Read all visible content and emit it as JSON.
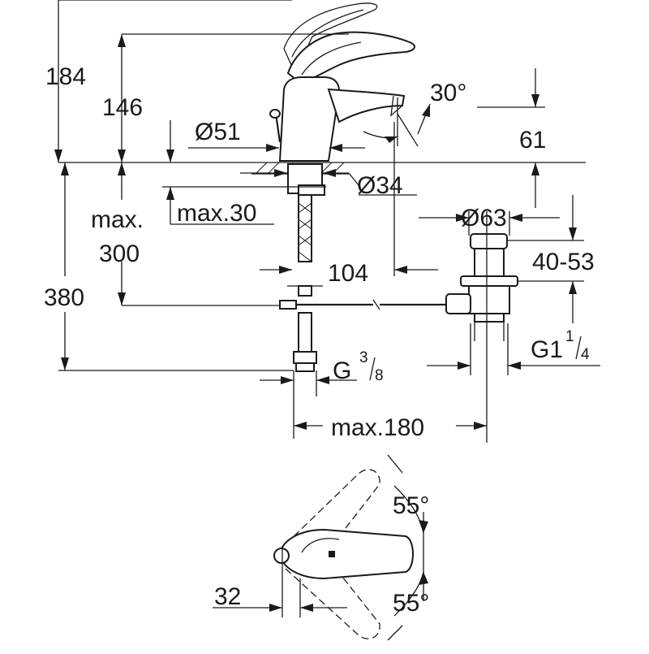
{
  "dimensions": {
    "overall_height": "184",
    "lever_height": "146",
    "body_diameter": "Ø51",
    "spout_angle": "30°",
    "spout_height": "61",
    "hole_diameter": "Ø34",
    "deck_thickness": "max.30",
    "below_deck_max_label": "max.",
    "below_deck_max_value": "300",
    "waste_diameter": "Ø63",
    "waste_adjust": "40-53",
    "spout_reach": "104",
    "total_below": "380",
    "supply_thread_base": "G",
    "supply_thread_num": "3",
    "supply_thread_den": "8",
    "waste_thread_base": "G1",
    "waste_thread_num": "1",
    "waste_thread_den": "4",
    "pull_rod_reach": "max.180",
    "lever_rotation_top": "55°",
    "lever_rotation_bottom": "55°",
    "lever_offset": "32"
  }
}
